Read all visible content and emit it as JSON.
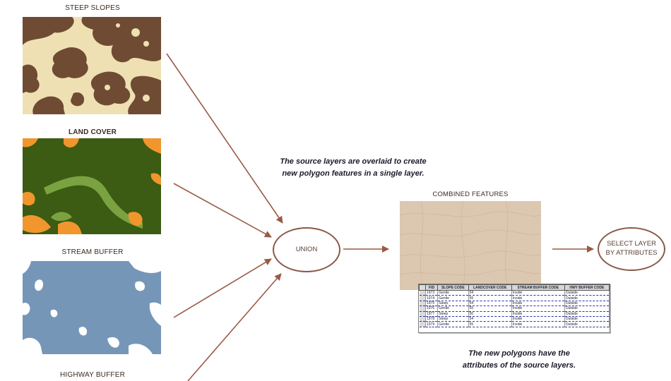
{
  "source_layers": [
    {
      "label": "STEEP SLOPES",
      "colors": {
        "base": "#efe0b3",
        "fill": "#6e4b32"
      }
    },
    {
      "label": "LAND COVER",
      "colors": {
        "base": "#3c5b13",
        "fill": "#f0962c",
        "accent": "#7aa240"
      }
    },
    {
      "label": "STREAM BUFFER",
      "colors": {
        "base": "#7696b8",
        "fill": "#ffffff"
      }
    },
    {
      "label": "HIGHWAY BUFFER"
    }
  ],
  "union": {
    "label": "UNION"
  },
  "caption_overlay": {
    "line1": "The source layers are overlaid to create",
    "line2": "new polygon features in a single layer."
  },
  "combined": {
    "label": "COMBINED FEATURES",
    "color": "#dcc7b0"
  },
  "select": {
    "line1": "SELECT LAYER",
    "line2": "BY ATTRIBUTES"
  },
  "caption_attributes": {
    "line1": "The new polygons have the",
    "line2": "attributes of the source layers."
  },
  "table": {
    "columns": [
      "FID",
      "SLOPE CODE",
      "LANDCOVER CODE",
      "STREAM BUFFER CODE",
      "HWY BUFFER CODE"
    ],
    "rows": [
      [
        "1973",
        "Gentle",
        "54",
        "Inside",
        "Outside"
      ],
      [
        "1974",
        "Gentle",
        "55",
        "Inside",
        "Outside"
      ],
      [
        "1975",
        "Steep",
        "54",
        "Inside",
        "Outside"
      ],
      [
        "1976",
        "Gentle",
        "55",
        "Inside",
        "Outside"
      ],
      [
        "1977",
        "Steep",
        "50",
        "Inside",
        "Outside"
      ],
      [
        "1978",
        "Steep",
        "54",
        "Inside",
        "Outside"
      ],
      [
        "1979",
        "Gentle",
        "55",
        "Inside",
        "Outside"
      ]
    ]
  },
  "arrow_color": "#9a5a44"
}
